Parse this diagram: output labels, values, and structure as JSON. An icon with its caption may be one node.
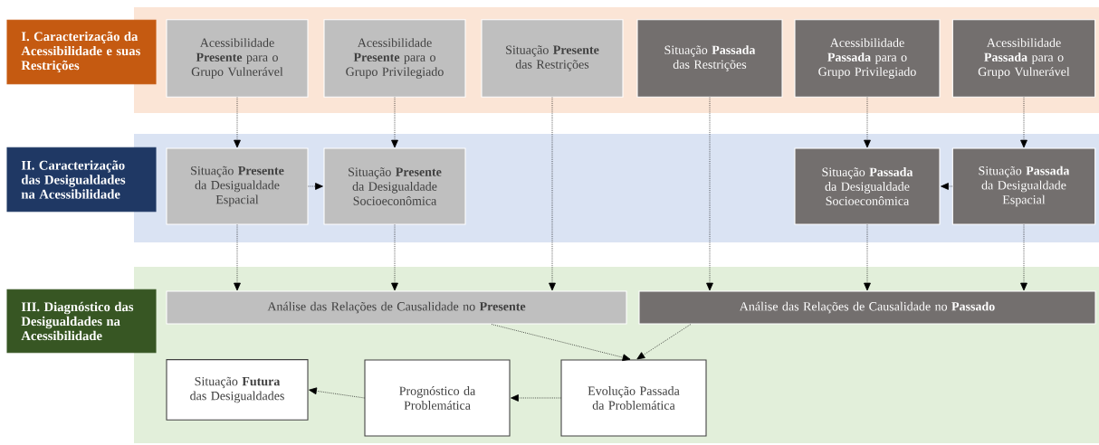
{
  "diagram": {
    "nodes": [
      {
        "text": [
          "I. Caracterização da Acessibilidade e suas Restrições"
        ]
      },
      {
        "text": [
          "Acessibilidade **Presente** para o Grupo Vulnerável"
        ]
      },
      {
        "text": [
          "Acessibilidade **Presente** para o Grupo Privilegiado"
        ]
      },
      {
        "text": [
          "Situação **Presente** das Restrições"
        ]
      },
      {
        "text": [
          "Situação **Passada** das Restrições"
        ]
      },
      {
        "text": [
          "Acessibilidade **Passada** para o Grupo Privilegiado"
        ]
      },
      {
        "text": [
          "Acessibilidade **Passada** para o Grupo Vulnerável"
        ]
      },
      {
        "text": [
          "II. Caracterização das Desigualdades na Acessibilidade"
        ]
      },
      {
        "text": [
          "Situação **Presente** da Desigualdade Espacial"
        ]
      },
      {
        "text": [
          "Situação **Presente** da Desigualdade Socioeconômica"
        ]
      },
      {
        "text": [
          "Situação **Passada** da Desigualdade Socioeconômica"
        ]
      },
      {
        "text": [
          "Situação **Passada** da Desigualdade Espacial"
        ]
      },
      {
        "text": [
          "III. Diagnóstico das Desigualdades na Acessibilidade"
        ]
      },
      {
        "text": [
          "Análise das Relações de Causalidade no **Presente**"
        ]
      },
      {
        "text": [
          "Análise das Relações de Causalidade no **Passado**"
        ]
      },
      {
        "text": [
          "Situação **Futura** das Desigualdades"
        ]
      },
      {
        "text": [
          "Prognóstico da Problemática"
        ]
      },
      {
        "text": [
          "Evolução Passada da Problemática"
        ]
      }
    ],
    "edges": [
      {
        "from": 1,
        "to": 8,
        "arrow": "to"
      },
      {
        "from": 2,
        "to": 9,
        "arrow": "to"
      },
      {
        "from": 8,
        "to": 9,
        "arrow": "to"
      },
      {
        "from": 5,
        "to": 10,
        "arrow": "to"
      },
      {
        "from": 6,
        "to": 11,
        "arrow": "to"
      },
      {
        "from": 11,
        "to": 10,
        "arrow": "to"
      },
      {
        "from": 8,
        "to": 13,
        "arrow": "to"
      },
      {
        "from": 9,
        "to": 13,
        "arrow": "to"
      },
      {
        "from": 3,
        "to": 13,
        "arrow": "to"
      },
      {
        "from": 4,
        "to": 14,
        "arrow": "to"
      },
      {
        "from": 10,
        "to": 14,
        "arrow": "to"
      },
      {
        "from": 11,
        "to": 14,
        "arrow": "to"
      },
      {
        "from": 13,
        "to": 17,
        "arrow": "to"
      },
      {
        "from": 14,
        "to": 17,
        "arrow": "to"
      },
      {
        "from": 17,
        "to": 16,
        "arrow": "to"
      },
      {
        "from": 16,
        "to": 15,
        "arrow": "to"
      }
    ]
  }
}
